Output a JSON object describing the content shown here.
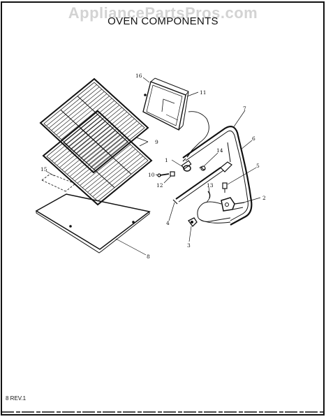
{
  "watermark": "AppliancePartsPros.com",
  "title": "OVEN COMPONENTS",
  "revision": "8 REV.1",
  "callouts": {
    "c1": "1",
    "c2": "2",
    "c3": "3",
    "c4": "4",
    "c5": "5",
    "c6": "6",
    "c7": "7",
    "c8": "8",
    "c9": "9",
    "c10": "10",
    "c11": "11",
    "c12": "12",
    "c13": "13",
    "c14": "14",
    "c15": "15",
    "c16": "16"
  },
  "colors": {
    "ink": "#111111",
    "watermark": "#d3d3d3",
    "background": "#ffffff"
  }
}
